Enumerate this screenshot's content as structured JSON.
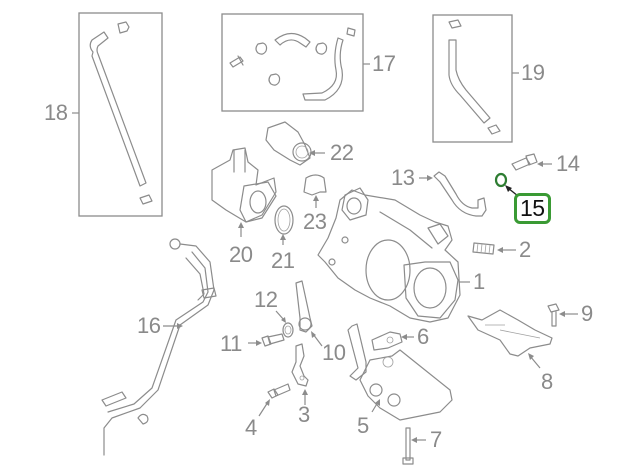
{
  "diagram": {
    "subject": "Turbocharger assembly exploded parts view",
    "highlight_color": "#3a9a34",
    "line_color": "#8c8c8c",
    "callouts": [
      {
        "num": "1",
        "label": "1",
        "part": "turbocharger"
      },
      {
        "num": "2",
        "label": "2",
        "part": "stud"
      },
      {
        "num": "3",
        "label": "3",
        "part": "bracket"
      },
      {
        "num": "4",
        "label": "4",
        "part": "bolt"
      },
      {
        "num": "5",
        "label": "5",
        "part": "exhaust-manifold"
      },
      {
        "num": "6",
        "label": "6",
        "part": "gasket"
      },
      {
        "num": "7",
        "label": "7",
        "part": "long-bolt"
      },
      {
        "num": "8",
        "label": "8",
        "part": "heat-shield"
      },
      {
        "num": "9",
        "label": "9",
        "part": "flange-bolt"
      },
      {
        "num": "10",
        "label": "10",
        "part": "oil-return-pipe"
      },
      {
        "num": "11",
        "label": "11",
        "part": "union-bolt"
      },
      {
        "num": "12",
        "label": "12",
        "part": "washer"
      },
      {
        "num": "13",
        "label": "13",
        "part": "oil-feed-pipe"
      },
      {
        "num": "14",
        "label": "14",
        "part": "union-bolt"
      },
      {
        "num": "15",
        "label": "15",
        "part": "o-ring",
        "highlighted": true
      },
      {
        "num": "16",
        "label": "16",
        "part": "coolant-pipe-assembly"
      },
      {
        "num": "17",
        "label": "17",
        "part": "hose-kit"
      },
      {
        "num": "18",
        "label": "18",
        "part": "hose"
      },
      {
        "num": "19",
        "label": "19",
        "part": "hose"
      },
      {
        "num": "20",
        "label": "20",
        "part": "elbow-outlet"
      },
      {
        "num": "21",
        "label": "21",
        "part": "gasket-ring"
      },
      {
        "num": "22",
        "label": "22",
        "part": "valve"
      },
      {
        "num": "23",
        "label": "23",
        "part": "clamp"
      }
    ]
  }
}
